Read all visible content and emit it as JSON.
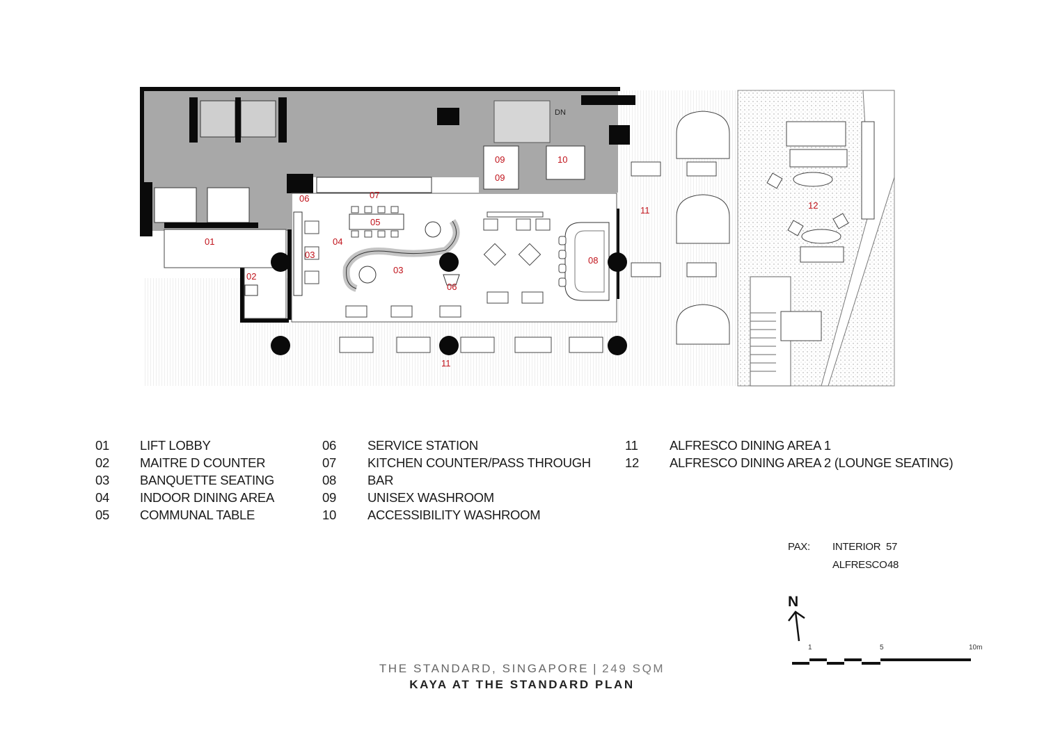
{
  "plan_labels": {
    "r01": "01",
    "r02": "02",
    "r03a": "03",
    "r03b": "03",
    "r04": "04",
    "r05": "05",
    "r06a": "06",
    "r06b": "06",
    "r07": "07",
    "r08": "08",
    "r09a": "09",
    "r09b": "09",
    "r10": "10",
    "r11a": "11",
    "r11b": "11",
    "r12": "12",
    "dn": "DN"
  },
  "legend": [
    {
      "num": "01",
      "label": "LIFT LOBBY"
    },
    {
      "num": "02",
      "label": "MAITRE D COUNTER"
    },
    {
      "num": "03",
      "label": "BANQUETTE SEATING"
    },
    {
      "num": "04",
      "label": "INDOOR DINING AREA"
    },
    {
      "num": "05",
      "label": "COMMUNAL TABLE"
    },
    {
      "num": "06",
      "label": "SERVICE STATION"
    },
    {
      "num": "07",
      "label": "KITCHEN COUNTER/PASS THROUGH"
    },
    {
      "num": "08",
      "label": "BAR"
    },
    {
      "num": "09",
      "label": "UNISEX WASHROOM"
    },
    {
      "num": "10",
      "label": "ACCESSIBILITY WASHROOM"
    },
    {
      "num": "11",
      "label": "ALFRESCO DINING AREA 1"
    },
    {
      "num": "12",
      "label": "ALFRESCO DINING AREA 2 (LOUNGE SEATING)"
    }
  ],
  "pax": {
    "label": "PAX:",
    "interior_label": "INTERIOR",
    "interior_value": "57",
    "alfresco_label": "ALFRESCO",
    "alfresco_value": "48"
  },
  "north": "N",
  "scale": {
    "tick_1": "1",
    "tick_5": "5",
    "tick_10": "10m"
  },
  "title": {
    "main": "THE STANDARD, SINGAPORE",
    "separator": "|",
    "area": "249 SQM"
  },
  "subtitle": "KAYA AT THE STANDARD PLAN",
  "colors": {
    "wall": "#0a0a0a",
    "core": "#a8a8a8",
    "tag": "#c0121a"
  }
}
